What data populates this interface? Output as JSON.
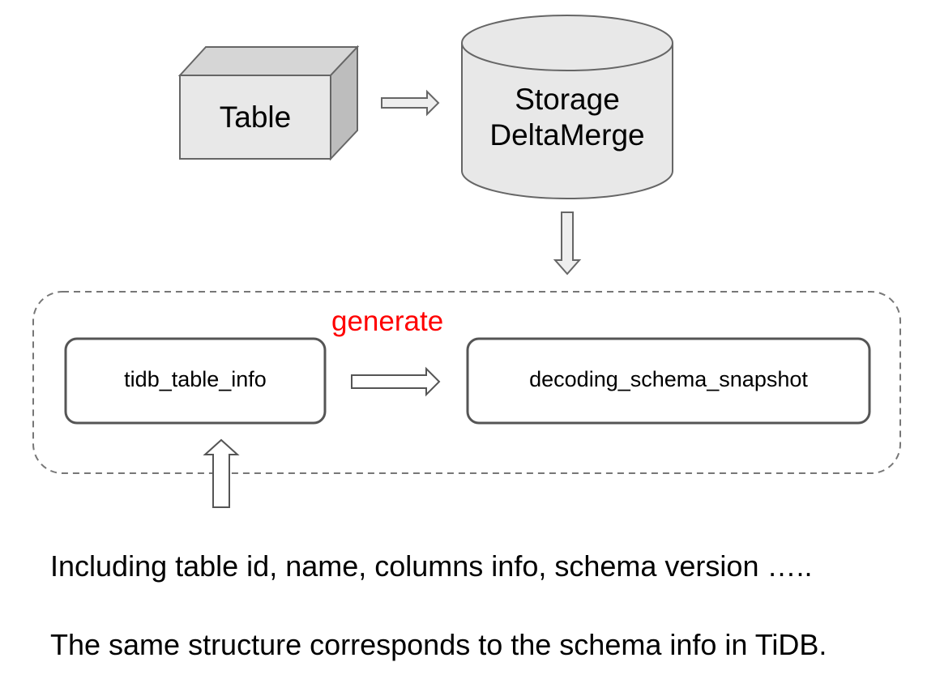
{
  "diagram": {
    "table_node": {
      "label": "Table"
    },
    "storage_node": {
      "line1": "Storage",
      "line2": "DeltaMerge"
    },
    "edge_generate": {
      "label": "generate",
      "color": "#ff0000"
    },
    "tidb_table_info_node": {
      "label": "tidb_table_info"
    },
    "decoding_schema_node": {
      "label": "decoding_schema_snapshot"
    },
    "description": {
      "line1": "Including table id, name, columns info, schema version …..",
      "line2": "The same structure corresponds to the schema info in TiDB."
    },
    "colors": {
      "shape_fill": "#e8e8e8",
      "shape_side": "#bdbdbd",
      "shape_top": "#d6d6d6",
      "stroke": "#666666",
      "box_stroke": "#555555"
    }
  }
}
